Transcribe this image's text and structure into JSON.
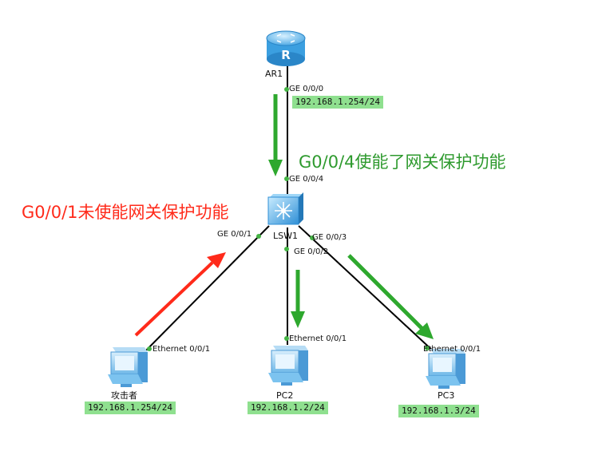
{
  "colors": {
    "link": "#000000",
    "port_dot": "#44b444",
    "ip_bg": "#8fe08f",
    "green_arrow": "#2ea82e",
    "red_arrow": "#ff2a1a",
    "note_green": "#2e9a2e",
    "note_red": "#ff2a1a"
  },
  "devices": {
    "router": {
      "label": "AR1",
      "icon": "router-icon"
    },
    "switch": {
      "label": "LSW1",
      "icon": "switch-icon"
    },
    "attacker": {
      "label": "攻击者",
      "icon": "pc-icon"
    },
    "pc2": {
      "label": "PC2",
      "icon": "pc-icon"
    },
    "pc3": {
      "label": "PC3",
      "icon": "pc-icon"
    }
  },
  "ports": {
    "ar1_ge000": "GE 0/0/0",
    "lsw1_ge004": "GE 0/0/4",
    "lsw1_ge001": "GE 0/0/1",
    "lsw1_ge002": "GE 0/0/2",
    "lsw1_ge003": "GE 0/0/3",
    "attacker_eth": "Ethernet 0/0/1",
    "pc2_eth": "Ethernet 0/0/1",
    "pc3_eth": "Ethernet 0/0/1"
  },
  "ips": {
    "ar1": "192.168.1.254/24",
    "attacker": "192.168.1.254/24",
    "pc2": "192.168.1.2/24",
    "pc3": "192.168.1.3/24"
  },
  "notes": {
    "protected": "G0/0/4使能了网关保护功能",
    "unprotected": "G0/0/1未使能网关保护功能"
  }
}
